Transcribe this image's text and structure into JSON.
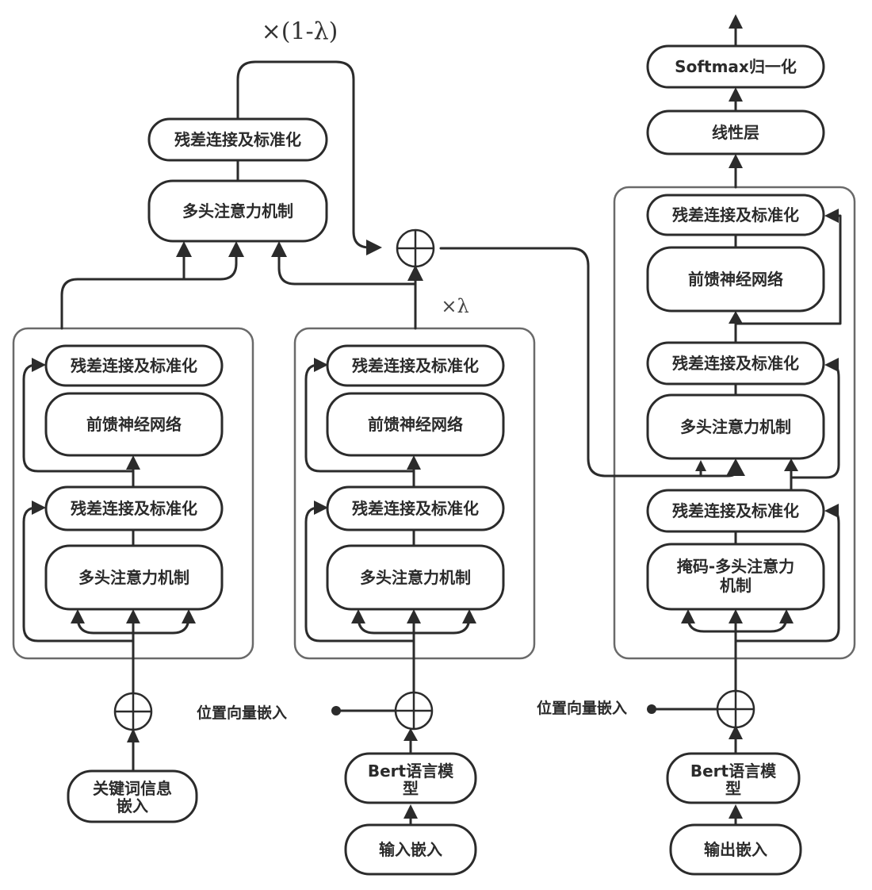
{
  "diagram": {
    "type": "transformer-fusion-architecture",
    "weights": {
      "keyword_branch": "×(1-λ)",
      "input_branch": "×λ"
    },
    "top_block": {
      "attention": "多头注意力机制",
      "norm": "残差连接及标准化"
    },
    "keyword_encoder": {
      "norm_top": "残差连接及标准化",
      "ffn": "前馈神经网络",
      "norm_bottom": "残差连接及标准化",
      "attention": "多头注意力机制"
    },
    "input_encoder": {
      "norm_top": "残差连接及标准化",
      "ffn": "前馈神经网络",
      "norm_bottom": "残差连接及标准化",
      "attention": "多头注意力机制"
    },
    "decoder": {
      "norm_top": "残差连接及标准化",
      "ffn": "前馈神经网络",
      "norm_mid": "残差连接及标准化",
      "attention": "多头注意力机制",
      "norm_bottom": "残差连接及标准化",
      "masked_attention_line1": "掩码-多头注意力",
      "masked_attention_line2": "机制"
    },
    "output_head": {
      "linear": "线性层",
      "softmax": "Softmax归一化"
    },
    "inputs": {
      "keyword_line1": "关键词信息",
      "keyword_line2": "嵌入",
      "bert_line1": "Bert语言模",
      "bert_line2": "型",
      "input_embed": "输入嵌入",
      "output_embed": "输出嵌入",
      "position_embed_left": "位置向量嵌入",
      "position_embed_right": "位置向量嵌入"
    },
    "symbols": {
      "sum": "⊕"
    }
  }
}
